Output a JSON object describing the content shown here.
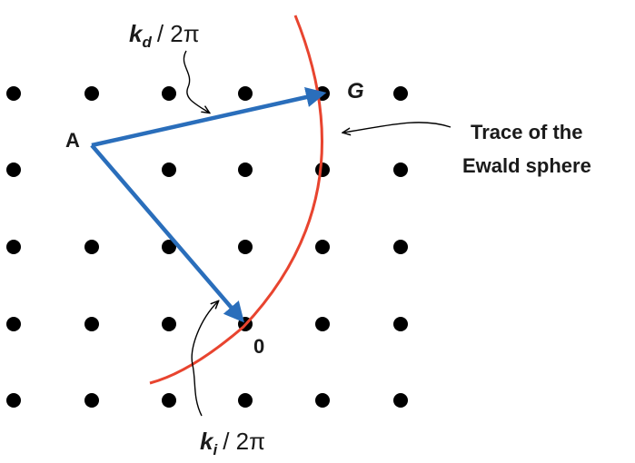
{
  "labels": {
    "point_A": "A",
    "point_G": "G",
    "point_0": "0",
    "kd_symbol": "k",
    "kd_subscript": "d",
    "kd_tail": "/ 2π",
    "ki_symbol": "k",
    "ki_subscript": "i",
    "ki_tail": "/ 2π",
    "caption_line1": "Trace of the",
    "caption_line2": "Ewald sphere"
  },
  "colors": {
    "lattice": "#000000",
    "vector": "#2a6ebb",
    "sphere": "#e8442f",
    "pointer": "#000000"
  }
}
